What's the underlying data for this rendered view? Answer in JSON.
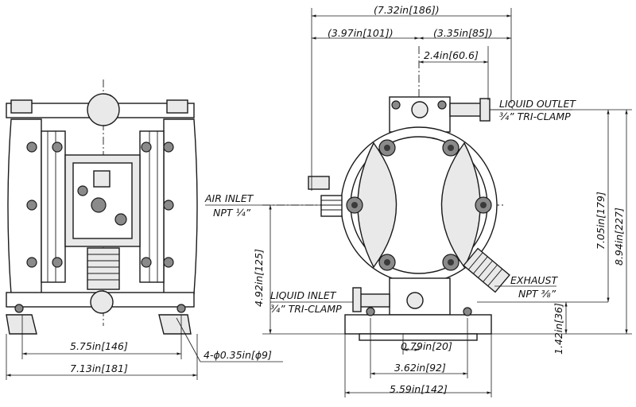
{
  "dimensions": {
    "overall_width_side": "(7.32in[186])",
    "left_to_center": "(3.97in[101])",
    "center_to_right": "(3.35in[85])",
    "outlet_offset": "2.4in[60.6]",
    "bolt_spacing": "5.75in[146]",
    "overall_width_front": "7.13in[181]",
    "mount_holes": "4-ϕ0.35in[ϕ9]",
    "height_to_outlet": "7.05in[179]",
    "overall_height": "8.94in[227]",
    "air_inlet_height": "4.92in[125]",
    "inlet_height": "1.42in[36]",
    "inlet_offset": "0.79in[20]",
    "base_hole_spacing": "3.62in[92]",
    "base_width": "5.59in[142]"
  },
  "callouts": {
    "liquid_outlet": "LIQUID OUTLET",
    "liquid_outlet_spec": "¾” TRI-CLAMP",
    "air_inlet": "AIR INLET",
    "air_inlet_spec": "NPT ¼”",
    "liquid_inlet": "LIQUID INLET",
    "liquid_inlet_spec": "¾” TRI-CLAMP",
    "exhaust": "EXHAUST",
    "exhaust_spec": "NPT ⅜”"
  }
}
